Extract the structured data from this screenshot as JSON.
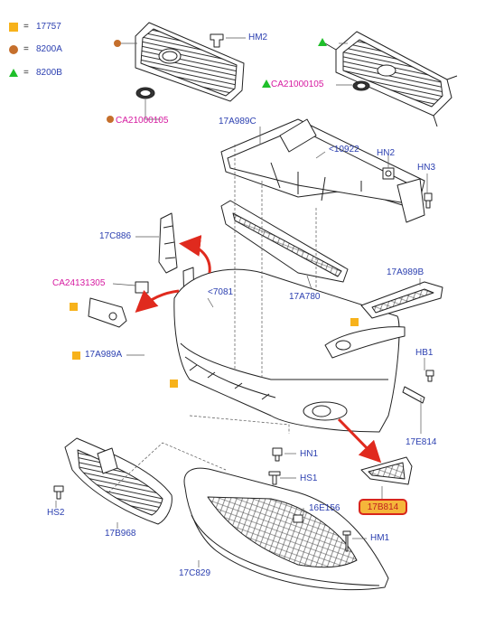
{
  "legend": [
    {
      "symbol": "orange-square",
      "code": "17757",
      "color": "#f7b21b"
    },
    {
      "symbol": "brown-circle",
      "code": "8200A",
      "color": "#c56f2c"
    },
    {
      "symbol": "green-triangle",
      "code": "8200B",
      "color": "#1fbf2a"
    }
  ],
  "equals": "=",
  "labels": {
    "hm2": "HM2",
    "ca21000105_right": "CA21000105",
    "ca21000105_left": "CA21000105",
    "p17a989c": "17A989C",
    "p10922": "<10922",
    "hn2": "HN2",
    "hn3": "HN3",
    "p17c886": "17C886",
    "ca24131305": "CA24131305",
    "p7081": "<7081",
    "p17a780": "17A780",
    "p17a989b": "17A989B",
    "p17a989a": "17A989A",
    "hb1": "HB1",
    "p17e814": "17E814",
    "hn1": "HN1",
    "hs1": "HS1",
    "p17b814": "17B814",
    "hs2": "HS2",
    "p17b968": "17B968",
    "p16e156": "16E156",
    "hm1": "HM1",
    "p17c829": "17C829"
  },
  "colors": {
    "label_blue": "#2b3fb0",
    "label_pink": "#d61aa0",
    "arrow_red": "#e02a1e",
    "highlight_fill": "#f5b63a",
    "highlight_border": "#d8261c",
    "line": "#222222",
    "guide": "#555555"
  }
}
